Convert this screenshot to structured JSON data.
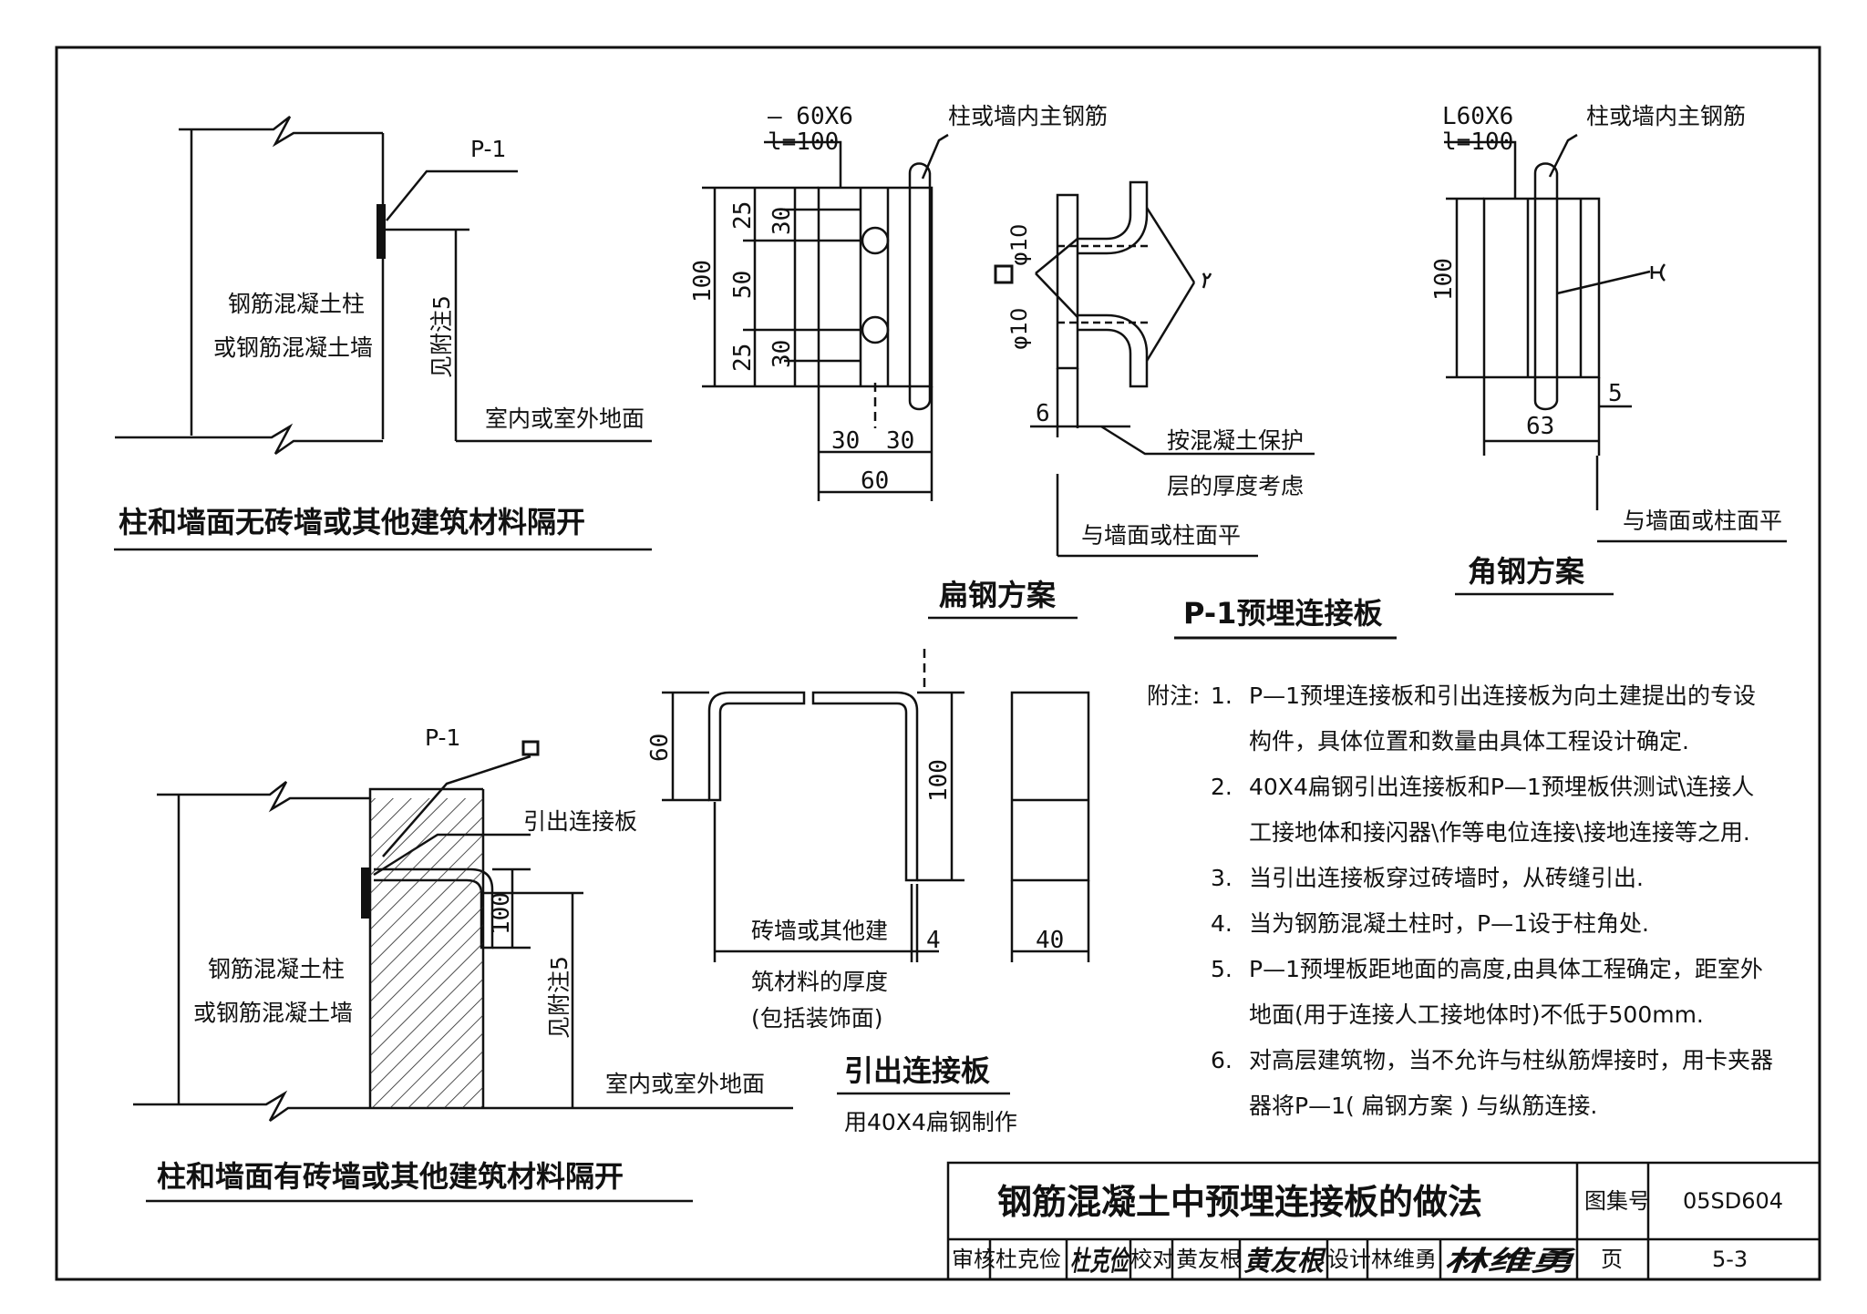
{
  "diagram_a": {
    "tag": "P-1",
    "body_line1": "钢筋混凝土柱",
    "body_line2": "或钢筋混凝土墙",
    "see_note": "见附注5",
    "ground": "室内或室外地面",
    "caption": "柱和墙面无砖墙或其他建筑材料隔开"
  },
  "flat_steel": {
    "spec_line1": "— 60X6",
    "spec_line2": "l=100",
    "rebar_label": "柱或墙内主钢筋",
    "dims": [
      "25",
      "30",
      "100",
      "50",
      "25",
      "30",
      "30",
      "30",
      "60"
    ],
    "diam_top": "φ10",
    "diam_bot": "φ10",
    "dim_6": "6",
    "cover_line1": "按混凝土保护",
    "cover_line2": "层的厚度考虑",
    "flush": "与墙面或柱面平",
    "caption": "扁钢方案"
  },
  "angle_steel": {
    "spec_line1": "L60X6",
    "spec_line2": "l=100",
    "rebar_label": "柱或墙内主钢筋",
    "dim_100": "100",
    "dim_63": "63",
    "dim_5": "5",
    "flush": "与墙面或柱面平",
    "caption": "角钢方案"
  },
  "p1_title": "P-1预埋连接板",
  "diagram_b": {
    "tag": "P-1",
    "lead_label": "引出连接板",
    "dim_100": "100",
    "body_line1": "钢筋混凝土柱",
    "body_line2": "或钢筋混凝土墙",
    "see_note": "见附注5",
    "ground": "室内或室外地面",
    "caption": "柱和墙面有砖墙或其他建筑材料隔开"
  },
  "lead_plate": {
    "dim_60": "60",
    "dim_100": "100",
    "wall_line1": "砖墙或其他建",
    "wall_line2": "筑材料的厚度",
    "wall_line3": "(包括装饰面)",
    "dim_4": "4",
    "dim_40": "40",
    "caption": "引出连接板",
    "sub": "用40X4扁钢制作"
  },
  "notes": {
    "head": "附注:",
    "items": [
      {
        "num": "1.",
        "lines": [
          "P—1预埋连接板和引出连接板为向土建提出的专设",
          "构件，具体位置和数量由具体工程设计确定."
        ]
      },
      {
        "num": "2.",
        "lines": [
          "40X4扁钢引出连接板和P—1预埋板供测试\\连接人",
          "工接地体和接闪器\\作等电位连接\\接地连接等之用."
        ]
      },
      {
        "num": "3.",
        "lines": [
          "当引出连接板穿过砖墙时，从砖缝引出."
        ]
      },
      {
        "num": "4.",
        "lines": [
          "当为钢筋混凝土柱时，P—1设于柱角处."
        ]
      },
      {
        "num": "5.",
        "lines": [
          "P—1预埋板距地面的高度,由具体工程确定，距室外",
          "地面(用于连接人工接地体时)不低于500mm."
        ]
      },
      {
        "num": "6.",
        "lines": [
          "对高层建筑物，当不允许与柱纵筋焊接时，用卡夹器",
          "器将P—1( 扁钢方案 ) 与纵筋连接."
        ]
      }
    ]
  },
  "title_block": {
    "title": "钢筋混凝土中预埋连接板的做法",
    "atlas_label": "图集号",
    "atlas_no": "05SD604",
    "review_label": "审核",
    "reviewer": "杜克俭",
    "reviewer_sig": "杜克俭",
    "check_label": "校对",
    "checker": "黄友根",
    "checker_sig": "黄友根",
    "design_label": "设计",
    "designer": "林维勇",
    "designer_sig": "林维勇",
    "page_label": "页",
    "page_no": "5-3"
  }
}
